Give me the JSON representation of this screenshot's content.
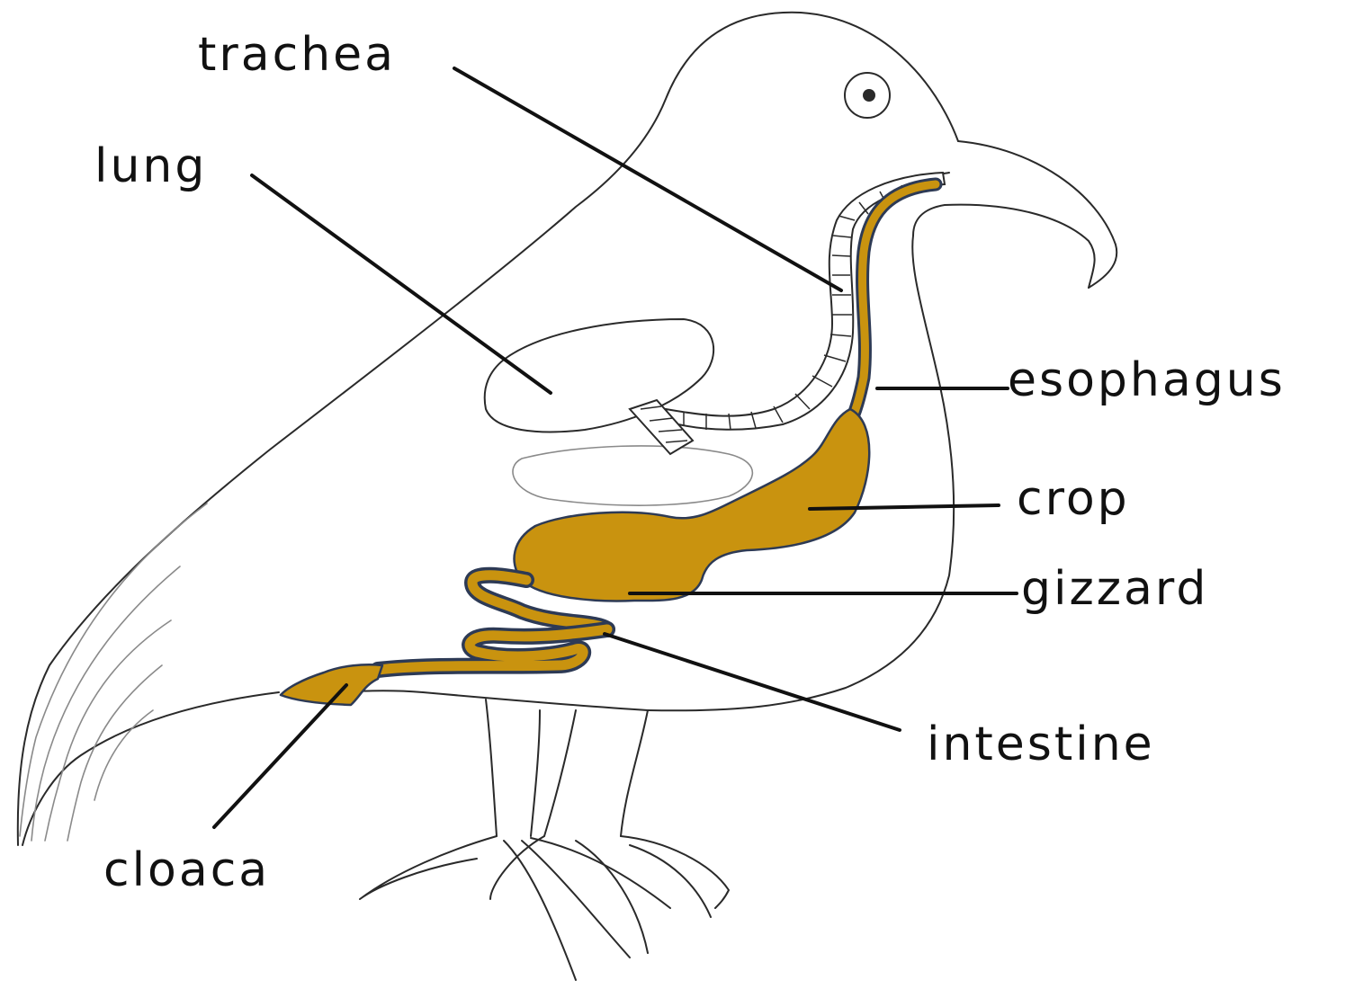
{
  "labels": {
    "trachea": "trachea",
    "lung": "lung",
    "esophagus": "esophagus",
    "crop": "crop",
    "gizzard": "gizzard",
    "intestine": "intestine",
    "cloaca": "cloaca"
  },
  "colors": {
    "digestive_tract": "#c9930f",
    "organ_outline": "#2d3a55",
    "body_outline": "#2a2a2a",
    "label_text": "#111111"
  }
}
